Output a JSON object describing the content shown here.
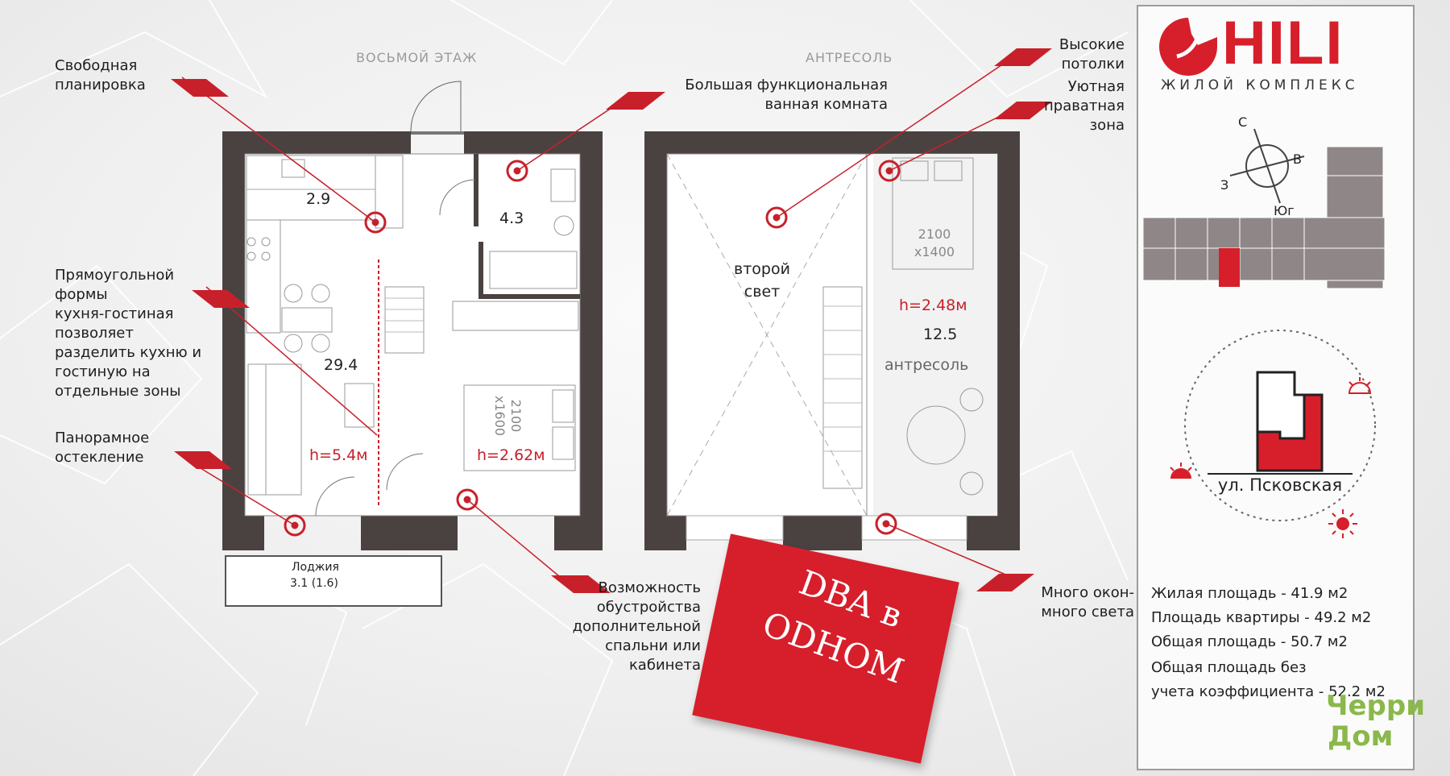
{
  "floors": {
    "eighth": "ВОСЬМОЙ ЭТАЖ",
    "mezzanine": "АНТРЕСОЛЬ"
  },
  "callouts": {
    "free_layout": "Свободная\nпланировка",
    "rect_kitchen": "Прямоугольной\nформы\nкухня-гостиная\n позволяет\nразделить кухню и\nгостиную на\nотдельные зоны",
    "panoramic": "Панорамное\nостекление",
    "bathroom": "Большая функциональная\nванная комната",
    "high_ceilings": "Высокие\nпотолки",
    "private_zone": "Уютная\nправатная\nзона",
    "extra_bedroom": "Возможность\nобустройства\nдополнительной\nспальни или\nкабинета",
    "windows": "Много окон-\nмного света"
  },
  "plan": {
    "area_kitchen": "2.9",
    "area_bath": "4.3",
    "area_living": "29.4",
    "height_living": "h=5.4м",
    "bed1_size": "2100\nx1600",
    "height_bedroom": "h=2.62м",
    "loggia_label": "Лоджия",
    "loggia_area": "3.1 (1.6)",
    "second_light": "второй\nсвет",
    "bed2_size": "2100\nx1400",
    "height_mezz": "h=2.48м",
    "area_mezz": "12.5",
    "mezz_label": "антресоль"
  },
  "brand": {
    "logo_text": "HILI",
    "subtitle": "ЖИЛОЙ КОМПЛЕКС",
    "accent_color": "#d61f2b"
  },
  "compass": {
    "north": "С",
    "east": "В",
    "west": "З",
    "south": "Юг"
  },
  "street": "ул. Псковская",
  "stats": {
    "living_area": "Жилая площадь -  41.9 м2",
    "apartment_area": "Площадь квартиры - 49.2 м2",
    "total_area": "Общая площадь -  50.7 м2",
    "total_no_coef_1": "Общая площадь без",
    "total_no_coef_2": "учета коэффициента - 52.2 м2"
  },
  "sticker": "DBA в\nОDНОМ",
  "watermark": {
    "line1": "Черри",
    "line2": "Дом"
  }
}
